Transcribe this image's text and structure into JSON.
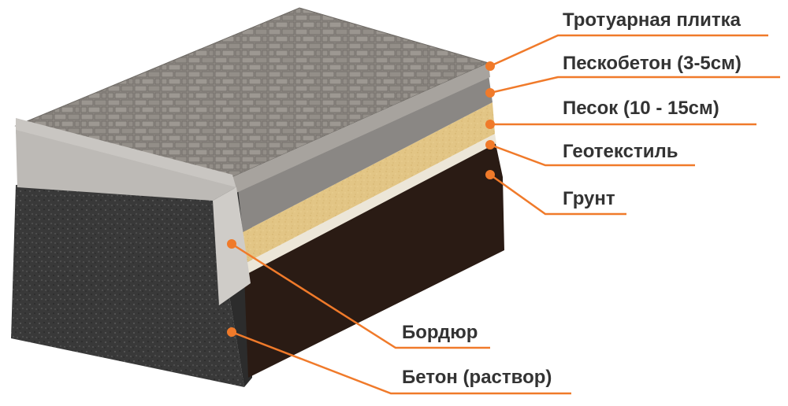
{
  "colors": {
    "accent": "#f07a2a",
    "label_text": "#333333",
    "paving": "#8f8a84",
    "paving_side": "#9c9894",
    "sand_cement": "#8a8784",
    "sand": "#e2c585",
    "geotextile": "#ece6d8",
    "soil": "#2a1b14",
    "concrete": "#3a3a3a",
    "curb": "#bdbab6"
  },
  "labels": {
    "paving_tile": "Тротуарная плитка",
    "sand_cement": "Пескобетон (3-5см)",
    "sand": "Песок (10 - 15см)",
    "geotextile": "Геотекстиль",
    "soil": "Грунт",
    "curb": "Бордюр",
    "concrete": "Бетон (раствор)"
  }
}
